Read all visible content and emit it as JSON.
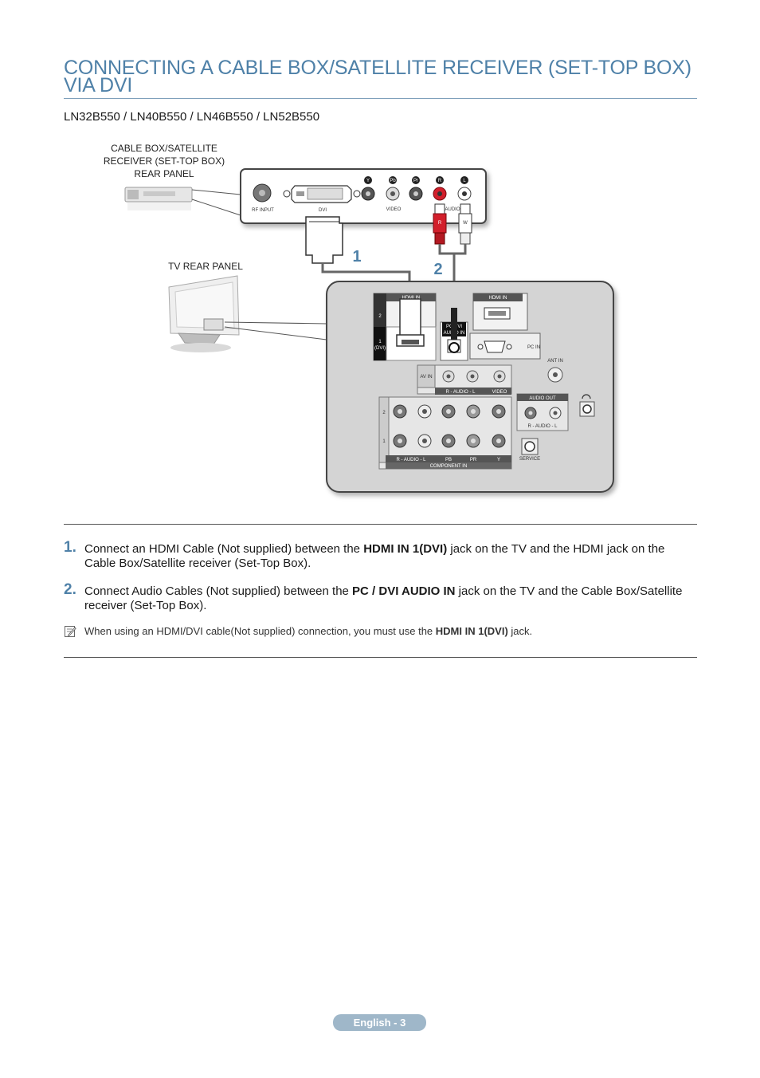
{
  "page": {
    "title": "CONNECTING A CABLE BOX/SATELLITE RECEIVER (SET-TOP BOX) VIA DVI",
    "models": "LN32B550 / LN40B550 / LN46B550 / LN52B550"
  },
  "diagram": {
    "cable_box_label": [
      "CABLE BOX/SATELLITE",
      "RECEIVER (SET-TOP BOX)",
      "REAR PANEL"
    ],
    "tv_label": "TV REAR PANEL",
    "box_ports": {
      "rf_input": "RF INPUT",
      "dvi": "DVI",
      "video": "VIDEO",
      "audio": "AUDIO",
      "y": "Y",
      "pb": "Pb",
      "pr": "Pr",
      "r": "R",
      "l": "L",
      "plug_r": "R",
      "plug_w": "W"
    },
    "callouts": [
      "1",
      "2"
    ],
    "tv_ports": {
      "hdmi_in_1": "HDMI IN",
      "hdmi_in_2": "HDMI IN",
      "hdmi_num_2": "2",
      "hdmi_num_1": "1",
      "dvi": "(DVI)",
      "pc_dvi_audio": [
        "PC/DVI",
        "AUDIO IN"
      ],
      "pc_in": "PC IN",
      "ant_in": "ANT IN",
      "av_in": "AV IN",
      "av_audio": "R - AUDIO - L",
      "av_video": "VIDEO",
      "comp_row_2": "2",
      "comp_row_1": "1",
      "comp_audio": "R - AUDIO - L",
      "comp_pb": "PB",
      "comp_pr": "PR",
      "comp_y": "Y",
      "component_in": "COMPONENT IN",
      "audio_out": "AUDIO OUT",
      "audio_out_sub": "R - AUDIO - L",
      "service": "SERVICE"
    }
  },
  "steps": [
    {
      "num": "1.",
      "before": "Connect an HDMI Cable (Not supplied) between the ",
      "bold": "HDMI IN 1(DVI)",
      "after": " jack on the TV and the HDMI jack on the Cable Box/Satellite receiver (Set-Top Box)."
    },
    {
      "num": "2.",
      "before": "Connect Audio Cables (Not supplied) between the ",
      "bold": "PC / DVI AUDIO IN",
      "after": " jack on the TV and the Cable Box/Satellite receiver (Set-Top Box)."
    }
  ],
  "note": {
    "icon": "note-icon",
    "before": "When using an HDMI/DVI cable(Not supplied) connection, you must use the ",
    "bold": "HDMI IN 1(DVI)",
    "after": " jack."
  },
  "footer": "English - 3",
  "colors": {
    "accent": "#4f81a8",
    "panel": "#d4d4d4",
    "cable": "#666666",
    "red_jack": "#d21f2b",
    "footer_bg": "#9fb7c9"
  }
}
